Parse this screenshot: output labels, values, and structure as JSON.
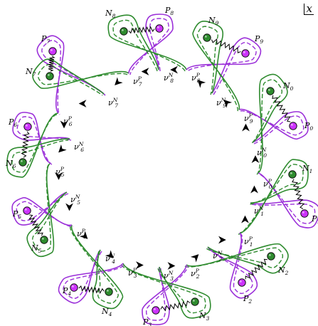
{
  "frame_label": "x",
  "colors": {
    "proton": "#9b30d9",
    "neutron": "#2e8b2e",
    "proton_fill": "#cc33ff",
    "neutron_fill": "#2e8b2e",
    "arrow": "#000000",
    "spring": "#000000"
  },
  "nodes": [
    {
      "index": "0",
      "P": "P",
      "N": "N",
      "nuP": "ν",
      "nuN": "ν"
    },
    {
      "index": "1",
      "P": "P",
      "N": "N",
      "nuP": "ν",
      "nuN": "ν"
    },
    {
      "index": "2",
      "P": "P",
      "N": "N",
      "nuP": "ν",
      "nuN": "ν"
    },
    {
      "index": "3",
      "P": "P",
      "N": "N",
      "nuP": "ν",
      "nuN": "ν"
    },
    {
      "index": "4",
      "P": "P",
      "N": "N",
      "nuP": "ν",
      "nuN": "ν"
    },
    {
      "index": "5",
      "P": "P",
      "N": "N",
      "nuP": "ν",
      "nuN": "ν"
    },
    {
      "index": "6",
      "P": "P",
      "N": "N",
      "nuP": "ν",
      "nuN": "ν"
    },
    {
      "index": "7",
      "P": "P",
      "N": "N",
      "nuP": "ν",
      "nuN": "ν"
    },
    {
      "index": "8",
      "P": "P",
      "N": "N",
      "nuP": "ν",
      "nuN": "ν"
    },
    {
      "index": "9",
      "P": "P",
      "N": "N",
      "nuP": "ν",
      "nuN": "ν"
    }
  ]
}
